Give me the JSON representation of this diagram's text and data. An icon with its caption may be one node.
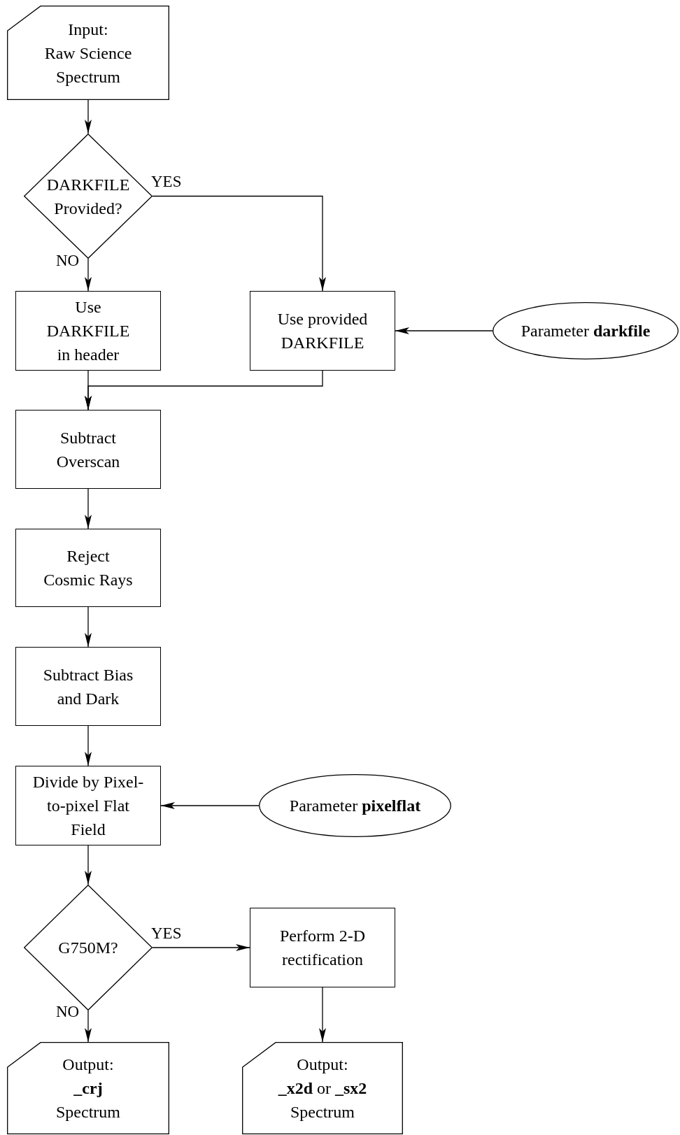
{
  "diagram": {
    "nodes": [
      {
        "text": [
          "Input:",
          "Raw Science Spectrum"
        ]
      },
      {
        "text": [
          "DARKFILE Provided?"
        ]
      },
      {
        "text": [
          "Use DARKFILE in header"
        ]
      },
      {
        "text": [
          "Use provided DARKFILE"
        ]
      },
      {
        "text": [
          "Parameter **darkfile**"
        ]
      },
      {
        "text": [
          "Subtract Overscan"
        ]
      },
      {
        "text": [
          "Reject Cosmic Rays"
        ]
      },
      {
        "text": [
          "Subtract Bias and Dark"
        ]
      },
      {
        "text": [
          "Divide by Pixel-to-pixel Flat Field"
        ]
      },
      {
        "text": [
          "Parameter **pixelflat**"
        ]
      },
      {
        "text": [
          "G750M?"
        ]
      },
      {
        "text": [
          "Perform 2-D rectification"
        ]
      },
      {
        "text": [
          "Output:",
          "**_crj** Spectrum"
        ]
      },
      {
        "text": [
          "Output:",
          "**_x2d** or **_sx2** Spectrum"
        ]
      }
    ],
    "edges": [
      {
        "from": 0,
        "to": 1,
        "arrow": "to"
      },
      {
        "from": 1,
        "to": 2,
        "arrow": "to",
        "label": "NO"
      },
      {
        "from": 1,
        "to": 3,
        "arrow": "to",
        "label": "YES"
      },
      {
        "from": 4,
        "to": 3,
        "arrow": "to"
      },
      {
        "from": 2,
        "to": 5,
        "arrow": "to"
      },
      {
        "from": 3,
        "to": 5,
        "arrow": "to"
      },
      {
        "from": 5,
        "to": 6,
        "arrow": "to"
      },
      {
        "from": 6,
        "to": 7,
        "arrow": "to"
      },
      {
        "from": 7,
        "to": 8,
        "arrow": "to"
      },
      {
        "from": 9,
        "to": 8,
        "arrow": "to"
      },
      {
        "from": 8,
        "to": 10,
        "arrow": "to"
      },
      {
        "from": 10,
        "to": 11,
        "arrow": "to",
        "label": "YES"
      },
      {
        "from": 10,
        "to": 12,
        "arrow": "to",
        "label": "NO"
      },
      {
        "from": 11,
        "to": 13,
        "arrow": "to"
      }
    ]
  }
}
